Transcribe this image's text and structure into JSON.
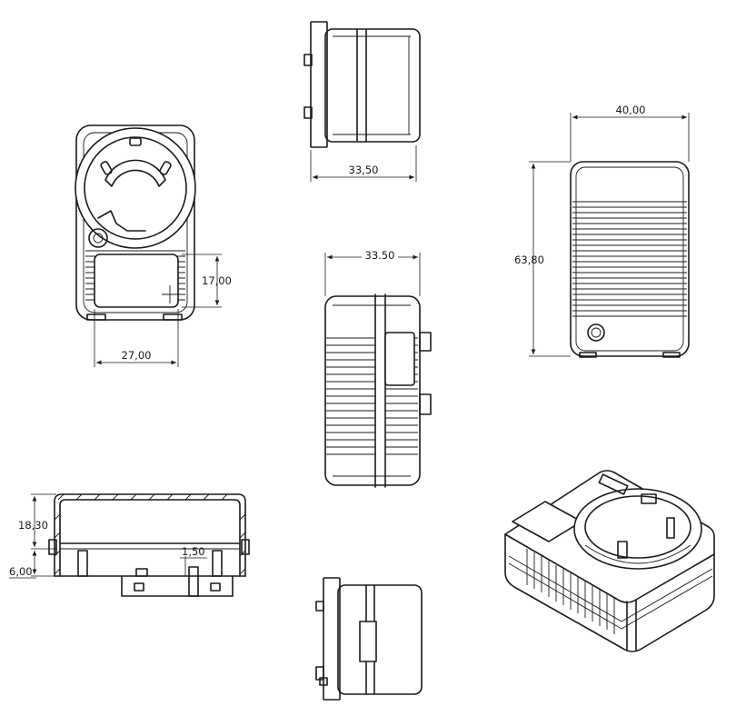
{
  "dimensions": {
    "top_view_width": "33,50",
    "front_view_height_label": "17,00",
    "front_view_width": "27,00",
    "side_view_width": "33.50",
    "back_view_width": "40,00",
    "back_view_height": "63,80",
    "section_height": "18,30",
    "section_offset": "6,00",
    "wall_thickness": "1,50"
  },
  "colors": {
    "line": "#1a1a1a",
    "background": "#ffffff"
  }
}
